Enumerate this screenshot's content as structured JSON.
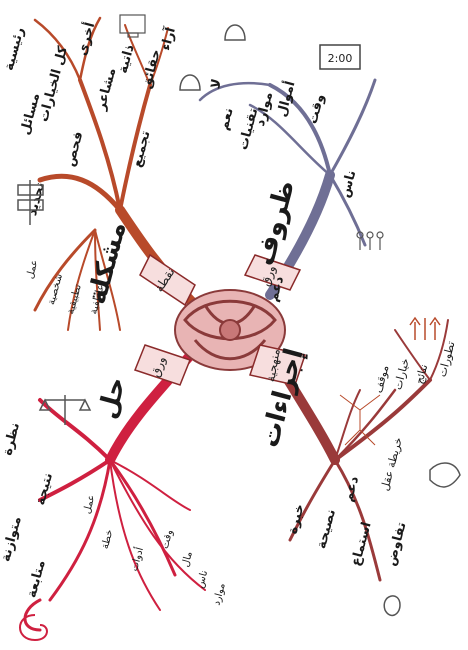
{
  "hubs": {
    "problem": "مشكلة",
    "circumstances": "ظروف",
    "solution": "حل",
    "procedures": "إجراءات"
  },
  "ribbons": {
    "top_left": "نقطة",
    "top_right": "ورق",
    "bottom_left": "ورق",
    "bottom_right": "منهجية"
  },
  "problem_branch": {
    "main": "تحديد",
    "sub": [
      "تجميع",
      "فحص",
      "حقائق",
      "آراء",
      "مشاعر",
      "ذاتية",
      "رئيسية",
      "مسائل",
      "كل الخيارات",
      "أخرى"
    ],
    "small": [
      "عمل",
      "شخصية",
      "تطبيقية",
      "عاطفية"
    ]
  },
  "circumstances_branch": {
    "sub": [
      "ناس",
      "وقت",
      "أموال",
      "موارد",
      "تقنيات",
      "دعم",
      "لا",
      "نعم"
    ],
    "clock_display": "2:00"
  },
  "solution_branch": {
    "sub": [
      "نظرة",
      "نتيجة",
      "متوازنة",
      "متابعة",
      "عمل",
      "خطة",
      "أدوات",
      "وقت",
      "مال",
      "ناس",
      "موارد"
    ]
  },
  "procedures_branch": {
    "sub": [
      "خبرة",
      "نصيحة",
      "استماع",
      "تفاوض",
      "دعم",
      "خريطة عقل",
      "موقف",
      "خيارات",
      "نتائج",
      "تطورات"
    ]
  },
  "colors": {
    "problem": "#b84a2a",
    "circumstances": "#6f6f95",
    "solution": "#cf2040",
    "procedures": "#9a3a3a",
    "knot": "#c87878"
  }
}
